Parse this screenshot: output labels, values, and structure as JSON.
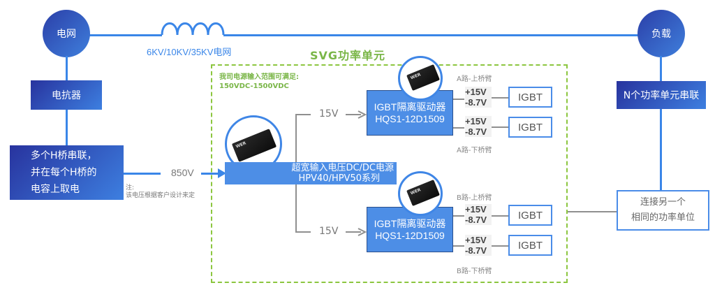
{
  "nodes": {
    "grid": "电网",
    "load": "负载",
    "reactor": "电抗器",
    "hbridge": [
      "多个H桥串联，",
      "并在每个H桥的",
      "电容上取电"
    ],
    "n_series": "N个功率单元串联",
    "connect_other": [
      "连接另一个",
      "相同的功率单位"
    ]
  },
  "line_label": "6KV/10KV/35KV电网",
  "svg_title": "SVG功率单元",
  "input_range": [
    "我司电源输入范围可满足:",
    "150VDC-1500VDC"
  ],
  "dc_input": "850V",
  "note": [
    "注:",
    "该电压根据客户设计来定"
  ],
  "dcdc": {
    "line1": "超宽输入电压DC/DC电源",
    "line2": "HPV40/HPV50系列"
  },
  "branch_voltage": "15V",
  "drivers": [
    {
      "line1": "IGBT隔离驱动器",
      "line2": "HQS1-12D1509",
      "upper_arm": "A路-上桥臂",
      "lower_arm": "A路-下桥臂"
    },
    {
      "line1": "IGBT隔离驱动器",
      "line2": "HQS1-12D1509",
      "upper_arm": "B路-上桥臂",
      "lower_arm": "B路-下桥臂"
    }
  ],
  "outputs": {
    "pos": "+15V",
    "neg": "-8.7V",
    "igbt": "IGBT"
  },
  "chip_brand": "WER",
  "colors": {
    "blue_dark": "#28339e",
    "blue_light": "#3d7fe0",
    "wire": "#3a86e8",
    "green": "#7ab648",
    "gray": "#8f8f8f"
  }
}
